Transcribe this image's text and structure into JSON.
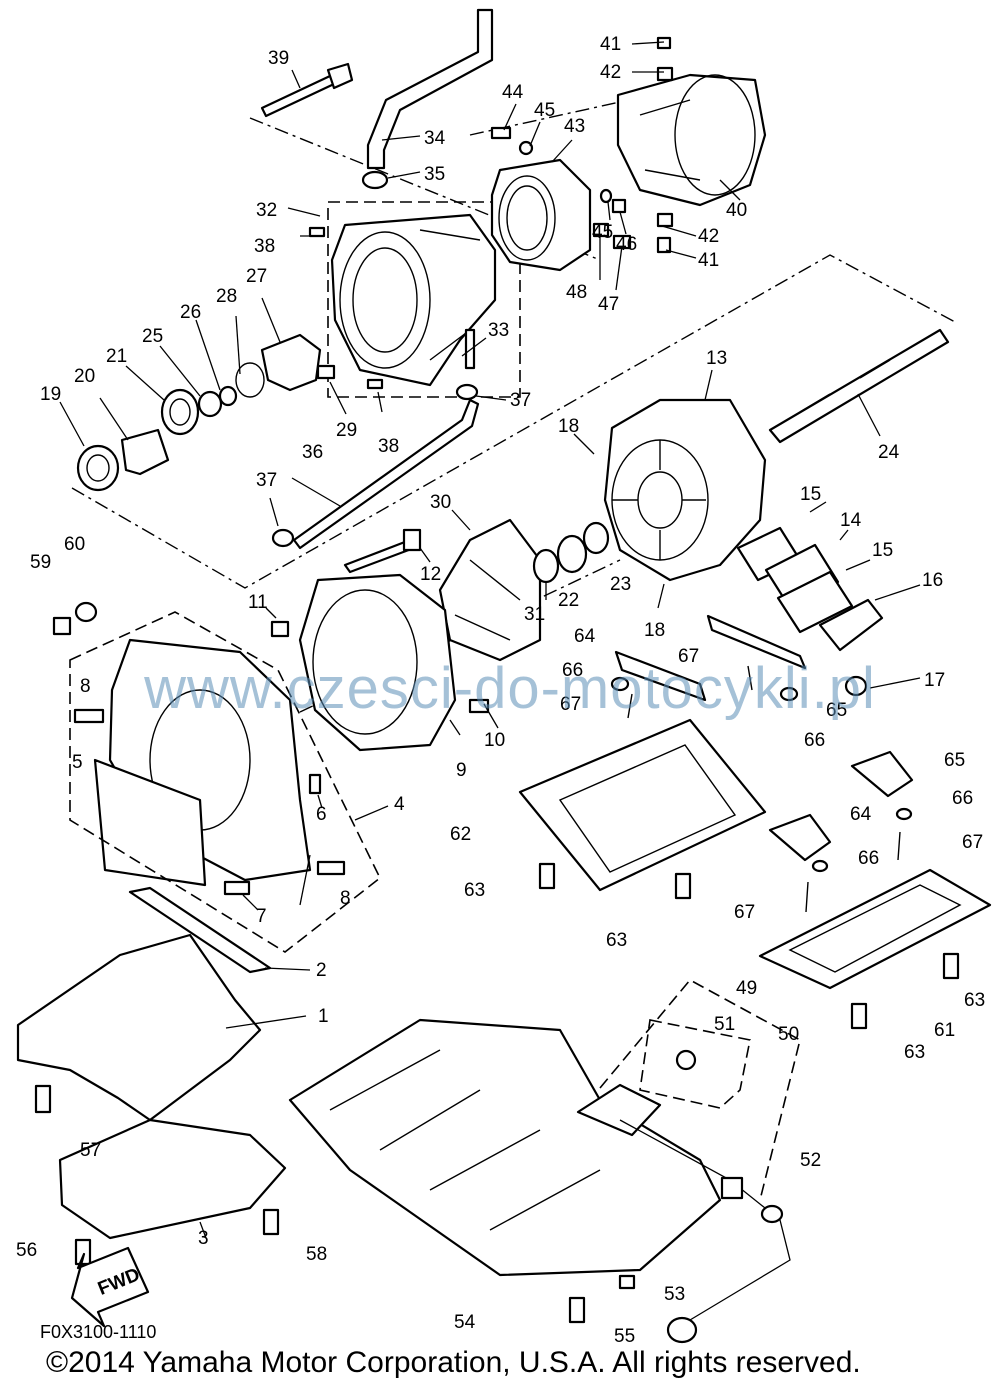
{
  "diagram": {
    "callouts": [
      "1",
      "2",
      "3",
      "4",
      "5",
      "6",
      "7",
      "8",
      "8",
      "9",
      "10",
      "11",
      "12",
      "13",
      "14",
      "15",
      "15",
      "16",
      "17",
      "18",
      "18",
      "19",
      "20",
      "21",
      "22",
      "23",
      "24",
      "25",
      "26",
      "27",
      "28",
      "29",
      "30",
      "31",
      "32",
      "33",
      "34",
      "35",
      "36",
      "37",
      "37",
      "38",
      "38",
      "39",
      "40",
      "41",
      "41",
      "42",
      "42",
      "43",
      "44",
      "45",
      "45",
      "46",
      "47",
      "48",
      "49",
      "50",
      "51",
      "52",
      "53",
      "54",
      "55",
      "56",
      "57",
      "58",
      "59",
      "60",
      "61",
      "62",
      "63",
      "63",
      "63",
      "63",
      "64",
      "64",
      "65",
      "65",
      "66",
      "66",
      "66",
      "66",
      "67",
      "67",
      "67",
      "67"
    ],
    "fwd_label": "FWD",
    "watermark": "www.czesci-do-motocykli.pl",
    "drawing_code": "F0X3100-1110",
    "copyright": "©2014 Yamaha Motor Corporation, U.S.A. All rights reserved."
  }
}
